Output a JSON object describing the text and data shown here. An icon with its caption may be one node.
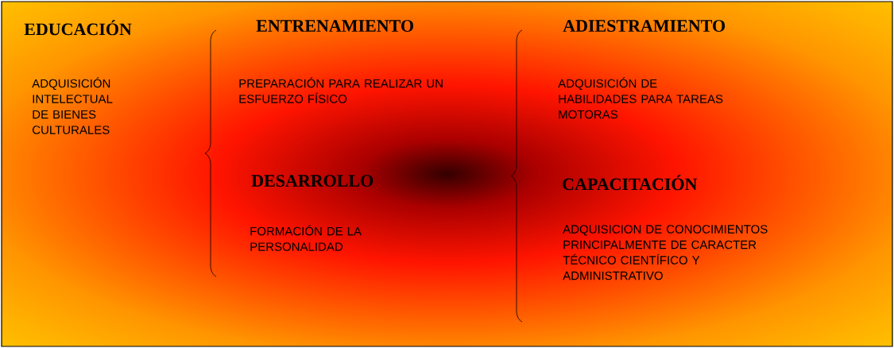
{
  "diagram": {
    "labels": [
      "EDUCACIÓN",
      "ENTRENAMIENTO",
      "ADIESTRAMIENTO",
      "ADQUISICIÓN INTELECTUAL DE BIENES CULTURALES",
      "PREPARACIÓN PARA REALIZAR UN ESFUERZO FÍSICO",
      "ADQUISICIÓN DE HABILIDADES PARA TAREAS MOTORAS",
      "DESARROLLO",
      "CAPACITACIÓN",
      "FORMACIÓN DE LA PERSONALIDAD",
      "ADQUISICION DE CONOCIMIENTOS PRINCIPALMENTE DE CARACTER TÉCNICO CIENTÍFICO Y ADMINISTRATIVO"
    ]
  }
}
